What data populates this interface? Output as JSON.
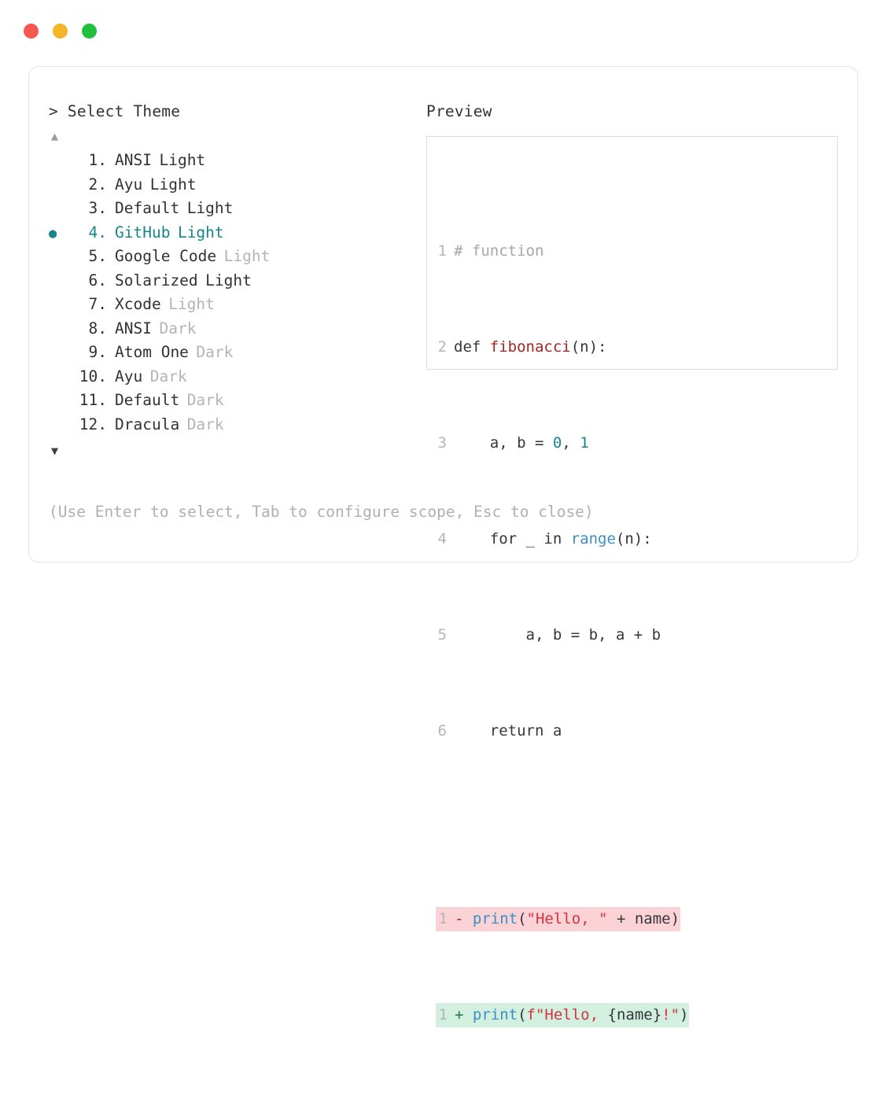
{
  "window": {
    "traffic_lights": [
      {
        "name": "close",
        "color": "#f4584f"
      },
      {
        "name": "minimize",
        "color": "#f6b428"
      },
      {
        "name": "maximize",
        "color": "#21bf3b"
      }
    ]
  },
  "picker": {
    "prompt": "> Select Theme",
    "scroll_up_icon": "▲",
    "scroll_down_icon": "▼",
    "selected_index": 4,
    "selected_bullet": "●",
    "accent_color": "#17868a",
    "items": [
      {
        "index": "1.",
        "name": "ANSI",
        "variant": "Light",
        "variant_dim": false,
        "selected": false
      },
      {
        "index": "2.",
        "name": "Ayu",
        "variant": "Light",
        "variant_dim": false,
        "selected": false
      },
      {
        "index": "3.",
        "name": "Default",
        "variant": "Light",
        "variant_dim": false,
        "selected": false
      },
      {
        "index": "4.",
        "name": "GitHub",
        "variant": "Light",
        "variant_dim": false,
        "selected": true
      },
      {
        "index": "5.",
        "name": "Google Code",
        "variant": "Light",
        "variant_dim": true,
        "selected": false
      },
      {
        "index": "6.",
        "name": "Solarized",
        "variant": "Light",
        "variant_dim": false,
        "selected": false
      },
      {
        "index": "7.",
        "name": "Xcode",
        "variant": "Light",
        "variant_dim": true,
        "selected": false
      },
      {
        "index": "8.",
        "name": "ANSI",
        "variant": "Dark",
        "variant_dim": true,
        "selected": false
      },
      {
        "index": "9.",
        "name": "Atom One",
        "variant": "Dark",
        "variant_dim": true,
        "selected": false
      },
      {
        "index": "10.",
        "name": "Ayu",
        "variant": "Dark",
        "variant_dim": true,
        "selected": false
      },
      {
        "index": "11.",
        "name": "Default",
        "variant": "Dark",
        "variant_dim": true,
        "selected": false
      },
      {
        "index": "12.",
        "name": "Dracula",
        "variant": "Dark",
        "variant_dim": true,
        "selected": false
      }
    ],
    "hint": "(Use Enter to select, Tab to configure scope, Esc to close)"
  },
  "preview": {
    "title": "Preview",
    "code": {
      "lines": [
        {
          "n": "1",
          "text": "# function"
        },
        {
          "n": "2",
          "text": "def fibonacci(n):"
        },
        {
          "n": "3",
          "text": "    a, b = 0, 1"
        },
        {
          "n": "4",
          "text": "    for _ in range(n):"
        },
        {
          "n": "5",
          "text": "        a, b = b, a + b"
        },
        {
          "n": "6",
          "text": "    return a"
        }
      ],
      "diff": [
        {
          "n": "1",
          "sign": "-",
          "text": "print(\"Hello, \" + name)",
          "kind": "del"
        },
        {
          "n": "1",
          "sign": "+",
          "text": "print(f\"Hello, {name}!\")",
          "kind": "add"
        }
      ]
    },
    "colors": {
      "comment": "#a3a8a0",
      "function": "#a6251f",
      "number": "#17868a",
      "builtin": "#3b8fc4",
      "string": "#d4343f",
      "diff_del_bg": "#fbd3d6",
      "diff_add_bg": "#d3efdf"
    }
  }
}
